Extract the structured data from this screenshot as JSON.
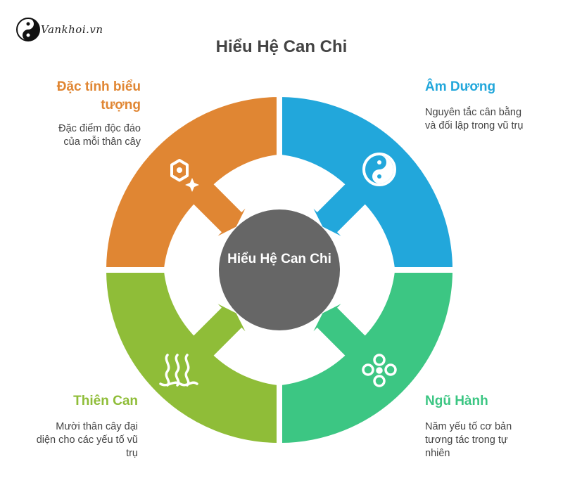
{
  "logo": {
    "text": "Vankhoi.vn",
    "icon": "yin-yang-icon"
  },
  "title": "Hiểu Hệ Can Chi",
  "center": {
    "label": "Hiểu Hệ Can Chi",
    "color": "#666666"
  },
  "quadrants": {
    "top_left": {
      "title": "Đặc tính biểu tượng",
      "description": "Đặc điểm độc đáo của mỗi thân cây",
      "color": "#E08633",
      "icon": "hexagon-sparkle-icon"
    },
    "top_right": {
      "title": "Âm Dương",
      "description": "Nguyên tắc cân bằng và đối lập trong vũ trụ",
      "color": "#22A7DB",
      "icon": "yin-yang-icon"
    },
    "bottom_left": {
      "title": "Thiên Can",
      "description": "Mười thân cây đại diện cho các yếu tố vũ trụ",
      "color": "#8FBD38",
      "icon": "heat-waves-icon"
    },
    "bottom_right": {
      "title": "Ngũ Hành",
      "description": "Năm yếu tố cơ bản tương tác trong tự nhiên",
      "color": "#3CC683",
      "icon": "five-circles-icon"
    }
  }
}
